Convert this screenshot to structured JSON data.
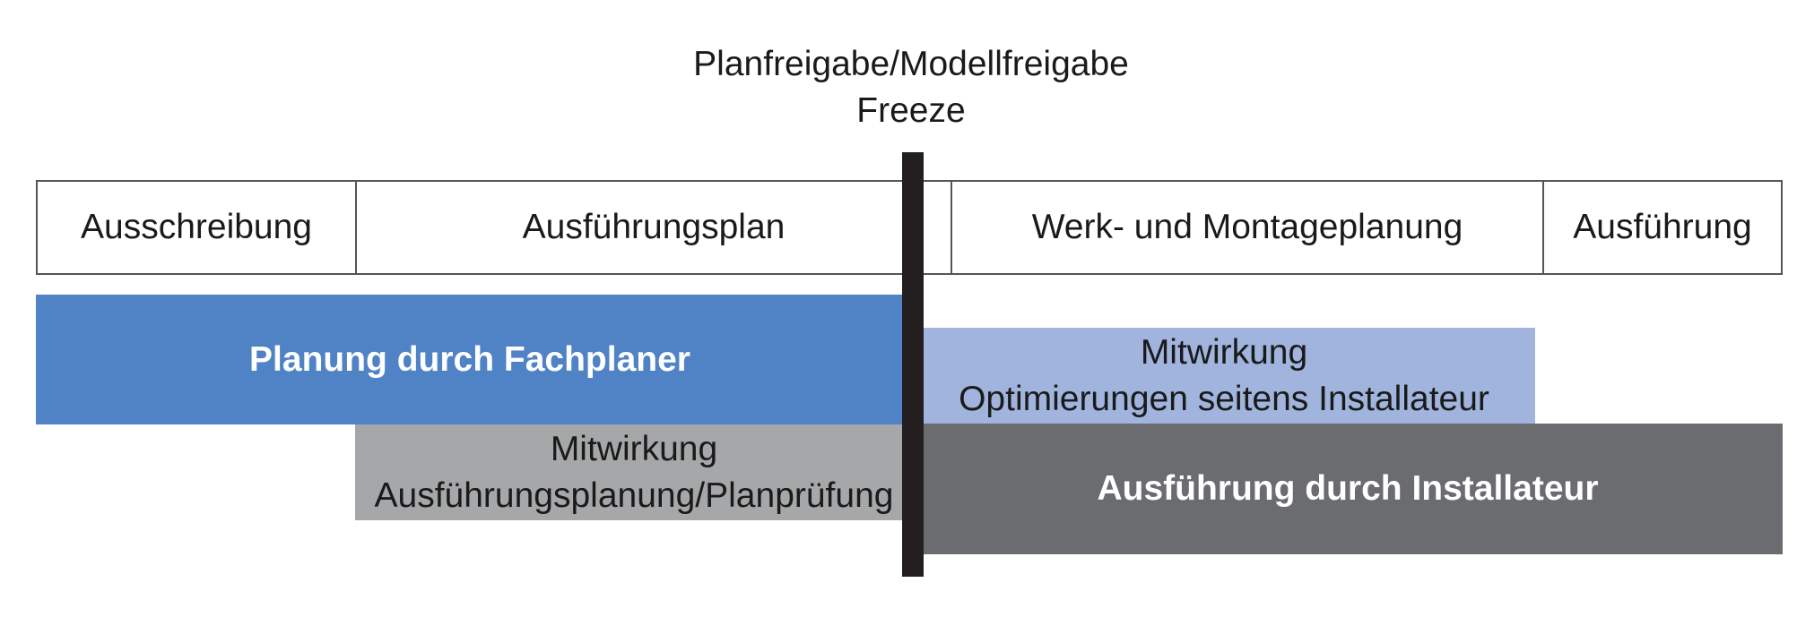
{
  "milestone": {
    "line1": "Planfreigabe/Modellfreigabe",
    "line2": "Freeze"
  },
  "phases": [
    "Ausschreibung",
    "Ausführungsplan",
    "Werk- und Montageplanung",
    "Ausführung"
  ],
  "bars": {
    "fachplaner": {
      "label": "Planung durch Fachplaner",
      "color": "#5083c5"
    },
    "mitwirkung_installateur": {
      "line1": "Mitwirkung",
      "line2": "Optimierungen seitens Installateur",
      "color": "#a0b4dd"
    },
    "mitwirkung_planpruefung": {
      "line1": "Mitwirkung",
      "line2": "Ausführungsplanung/Planprüfung",
      "color": "#a6a7a9"
    },
    "installateur": {
      "label": "Ausführung durch Installateur",
      "color": "#6b6c70"
    }
  },
  "colors": {
    "freeze_line": "#231f20",
    "phase_border": "#555555"
  }
}
